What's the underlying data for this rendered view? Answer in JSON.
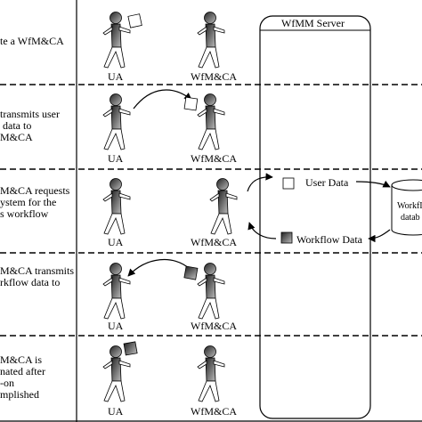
{
  "steps": [
    "te a WfM&CA",
    "transmits user\n data to\nM&CA",
    "M&CA requests\nystem for the\ns workflow",
    "M&CA transmits\nrkflow data to",
    "M&CA is\nnated after\n-on\nmplished"
  ],
  "labels": {
    "ua": "UA",
    "wfmca": "WfM&CA",
    "server": "WfMM Server",
    "user_data": "User Data",
    "workflow_data": "Workflow Data",
    "db_line1": "WorkfI",
    "db_line2": "datab"
  }
}
